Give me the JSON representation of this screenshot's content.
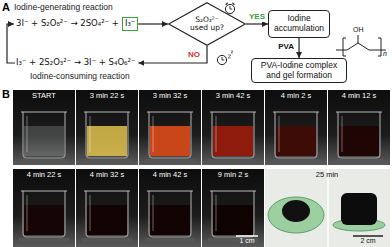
{
  "diagram": {
    "nodes": [
      {
        "text": [
          "I₃⁻"
        ]
      },
      {
        "text": [
          "S₂O₃²⁻ used up?"
        ]
      },
      {
        "text": [
          "Iodine accumulation"
        ]
      },
      {
        "text": [
          "PVA-Iodine complex and gel formation"
        ]
      }
    ],
    "edges": [
      {
        "from": 0,
        "to": 1,
        "arrow": "to"
      },
      {
        "from": 1,
        "to": 2,
        "arrow": "to",
        "label": "YES"
      },
      {
        "from": 2,
        "to": 3,
        "arrow": "to",
        "label": "PVA"
      }
    ],
    "labels": [
      "A",
      "Iodine-generating reaction",
      "3I⁻ + S₂O₈²⁻ → 2SO₄²⁻ +",
      "NO",
      "I₃⁻ + 2S₂O₃²⁻ → 3I⁻ + S₄O₆²⁻",
      "Iodine-consuming reaction",
      "OH",
      "n",
      "B",
      "START",
      "3 min 22 s",
      "3 min 32 s",
      "3 min 42 s",
      "4 min 2 s",
      "4 min 12 s",
      "4 min 22 s",
      "4 min 32 s",
      "4 min 42 s",
      "9 min 2 s",
      "25 min",
      "1 cm",
      "2 cm"
    ]
  }
}
